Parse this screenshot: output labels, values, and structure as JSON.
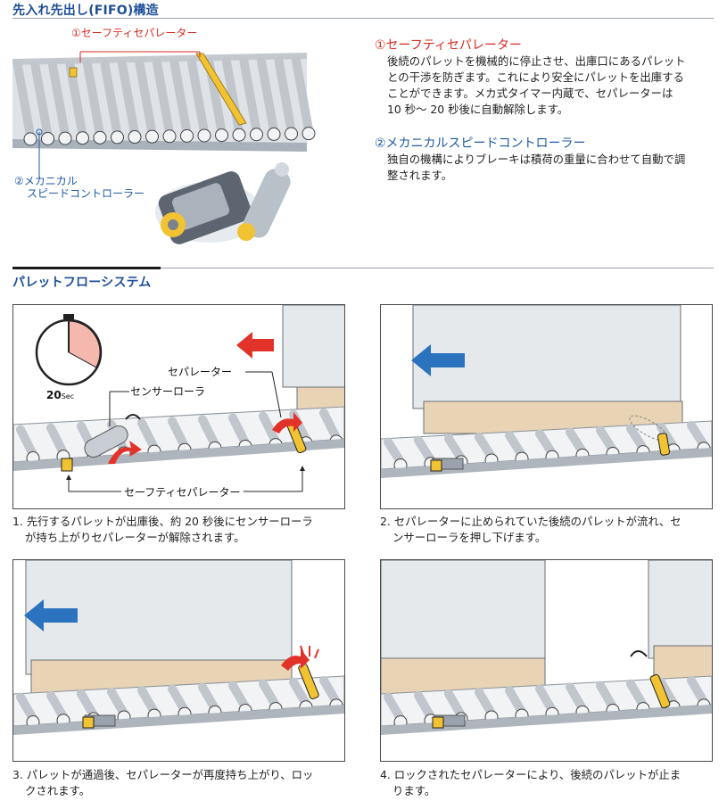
{
  "fifo": {
    "title": "先入れ先出し(FIFO)構造",
    "label_safety": "①セーフティセパレーター",
    "label_speed_line1": "②メカニカル",
    "label_speed_line2": "スピードコントローラー",
    "item1_title": "①セーフティセパレーター",
    "item1_lines": [
      "後続のパレットを機械的に停止させ、出庫口にあるパレット",
      "との干渉を防ぎます。これにより安全にパレットを出庫する",
      "ことができます。メカ式タイマー内蔵で、セパレーターは",
      "10 秒～ 20 秒後に自動解除します。"
    ],
    "item2_title": "②メカニカルスピードコントローラー",
    "item2_lines": [
      "独自の機構によりブレーキは積荷の重量に合わせて自動で調",
      "整されます。"
    ]
  },
  "pallet": {
    "title": "パレットフローシステム",
    "timer_value": "20",
    "timer_unit": "Sec",
    "timer_fraction": 0.33,
    "label_separator": "セパレーター",
    "label_sensor": "センサーローラ",
    "label_safety": "セーフティセパレーター",
    "steps": [
      {
        "line1": "1. 先行するパレットが出庫後、約 20 秒後にセンサーローラ",
        "line2": "が持ち上がりセパレーターが解除されます。"
      },
      {
        "line1": "2. セパレーターに止められていた後続のパレットが流れ、セ",
        "line2": "ンサーローラを押し下げます。"
      },
      {
        "line1": "3. パレットが通過後、セパレーターが再度持ち上がり、ロッ",
        "line2": "クされます。"
      },
      {
        "line1": "4. ロックされたセパレーターにより、後続のパレットが止ま",
        "line2": "ります。"
      }
    ]
  },
  "colors": {
    "heading_blue": "#1d4f96",
    "accent_red": "#d62a20",
    "arrow_blue": "#2b73bf",
    "arrow_red": "#e2332a",
    "separator_yellow": "#f1c232",
    "pallet_wood": "#e9d3b5",
    "pallet_body": "#e6e9ec"
  }
}
